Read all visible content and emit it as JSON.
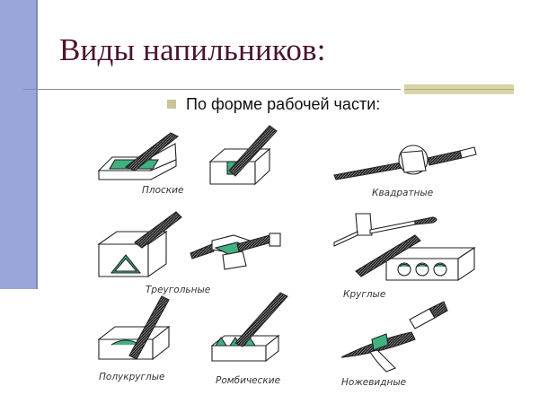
{
  "slide": {
    "title": "Виды напильников:",
    "subtitle": "По форме рабочей части:"
  },
  "captions": {
    "flat": "Плоские",
    "square": "Квадратные",
    "triangular": "Треугольные",
    "round": "Круглые",
    "half_round": "Полукруглые",
    "rhombic": "Ромбические",
    "knife": "Ножевидные"
  },
  "colors": {
    "accent_green": "#3fb27f",
    "side_bar": "#9aa5d9",
    "title": "#4a1530"
  }
}
